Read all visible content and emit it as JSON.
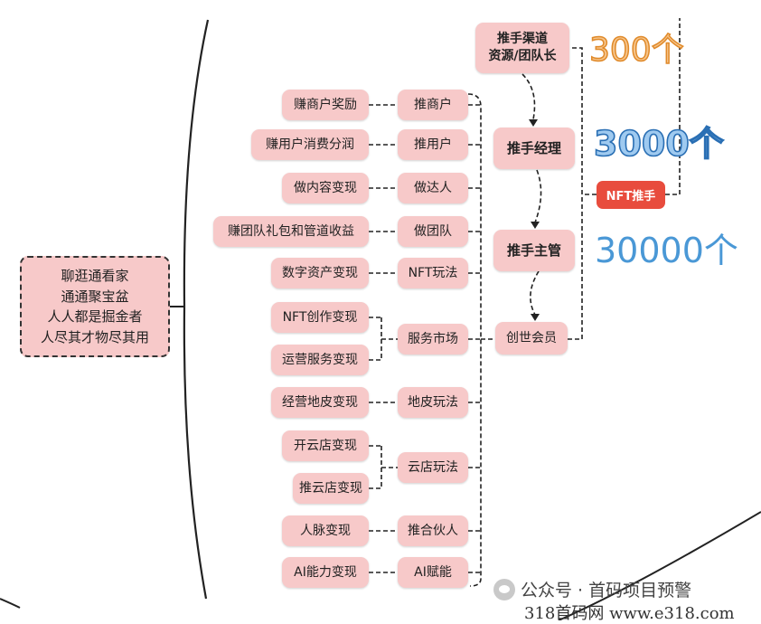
{
  "root": {
    "text": "聊逛通看家\n通通聚宝盆\n人人都是掘金者\n人尽其才物尽其用"
  },
  "ways": [
    {
      "name": "推商户",
      "leaves": [
        "赚商户奖励"
      ]
    },
    {
      "name": "推用户",
      "leaves": [
        "赚用户消费分润"
      ]
    },
    {
      "name": "做达人",
      "leaves": [
        "做内容变现"
      ]
    },
    {
      "name": "做团队",
      "leaves": [
        "赚团队礼包和管道收益"
      ]
    },
    {
      "name": "NFT玩法",
      "leaves": [
        "数字资产变现"
      ]
    },
    {
      "name": "服务市场",
      "leaves": [
        "NFT创作变现",
        "运营服务变现"
      ]
    },
    {
      "name": "地皮玩法",
      "leaves": [
        "经营地皮变现"
      ]
    },
    {
      "name": "云店玩法",
      "leaves": [
        "开云店变现",
        "推云店变现"
      ]
    },
    {
      "name": "推合伙人",
      "leaves": [
        "人脉变现"
      ]
    },
    {
      "name": "AI赋能",
      "leaves": [
        "AI能力变现"
      ]
    }
  ],
  "levels": {
    "channel": "推手渠道\n资源/团队长",
    "manager": "推手经理",
    "director": "推手主管",
    "founder": "创世会员",
    "nft": "NFT推手"
  },
  "counts": {
    "c300": "300个",
    "c3000": "3000个",
    "c30000": "30000个"
  },
  "watermark": {
    "account": "公众号 · 首码项目预警",
    "site": "318首码网  www.e318.com"
  },
  "colors": {
    "node": "#f7c9c9",
    "badge": "#e84c3d",
    "line": "#222222"
  }
}
